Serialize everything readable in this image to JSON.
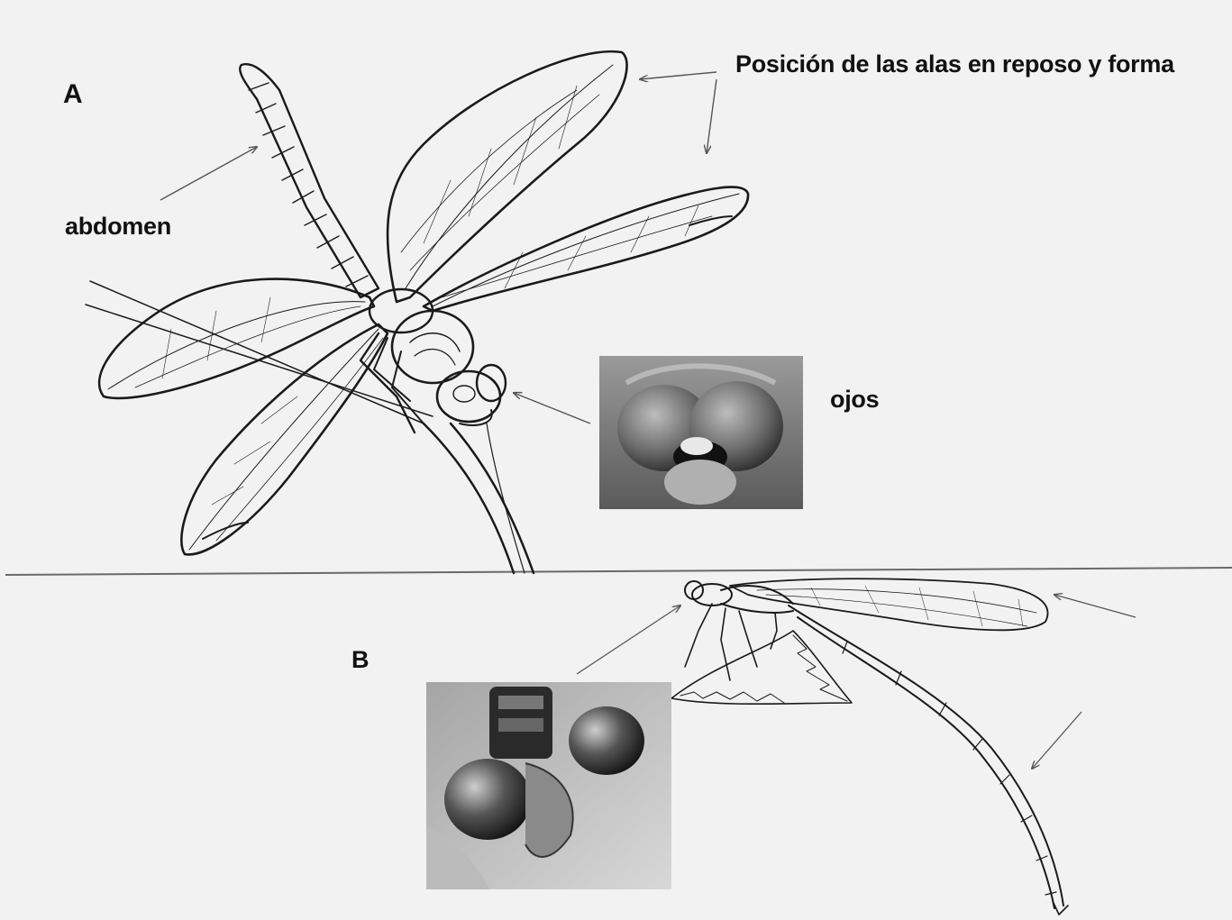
{
  "panels": {
    "a": {
      "letter": "A",
      "wings_label": "Posición de las alas en reposo  y forma",
      "abdomen_label": "abdomen",
      "eyes_label": "ojos",
      "photo_icon": "dragonfly-eyes-closeup-photo"
    },
    "b": {
      "letter": "B",
      "photo_icon": "damselfly-eyes-closeup-photo"
    }
  },
  "colors": {
    "background": "#f2f2f2",
    "ink": "#111111",
    "divider": "#6a6a6a"
  }
}
